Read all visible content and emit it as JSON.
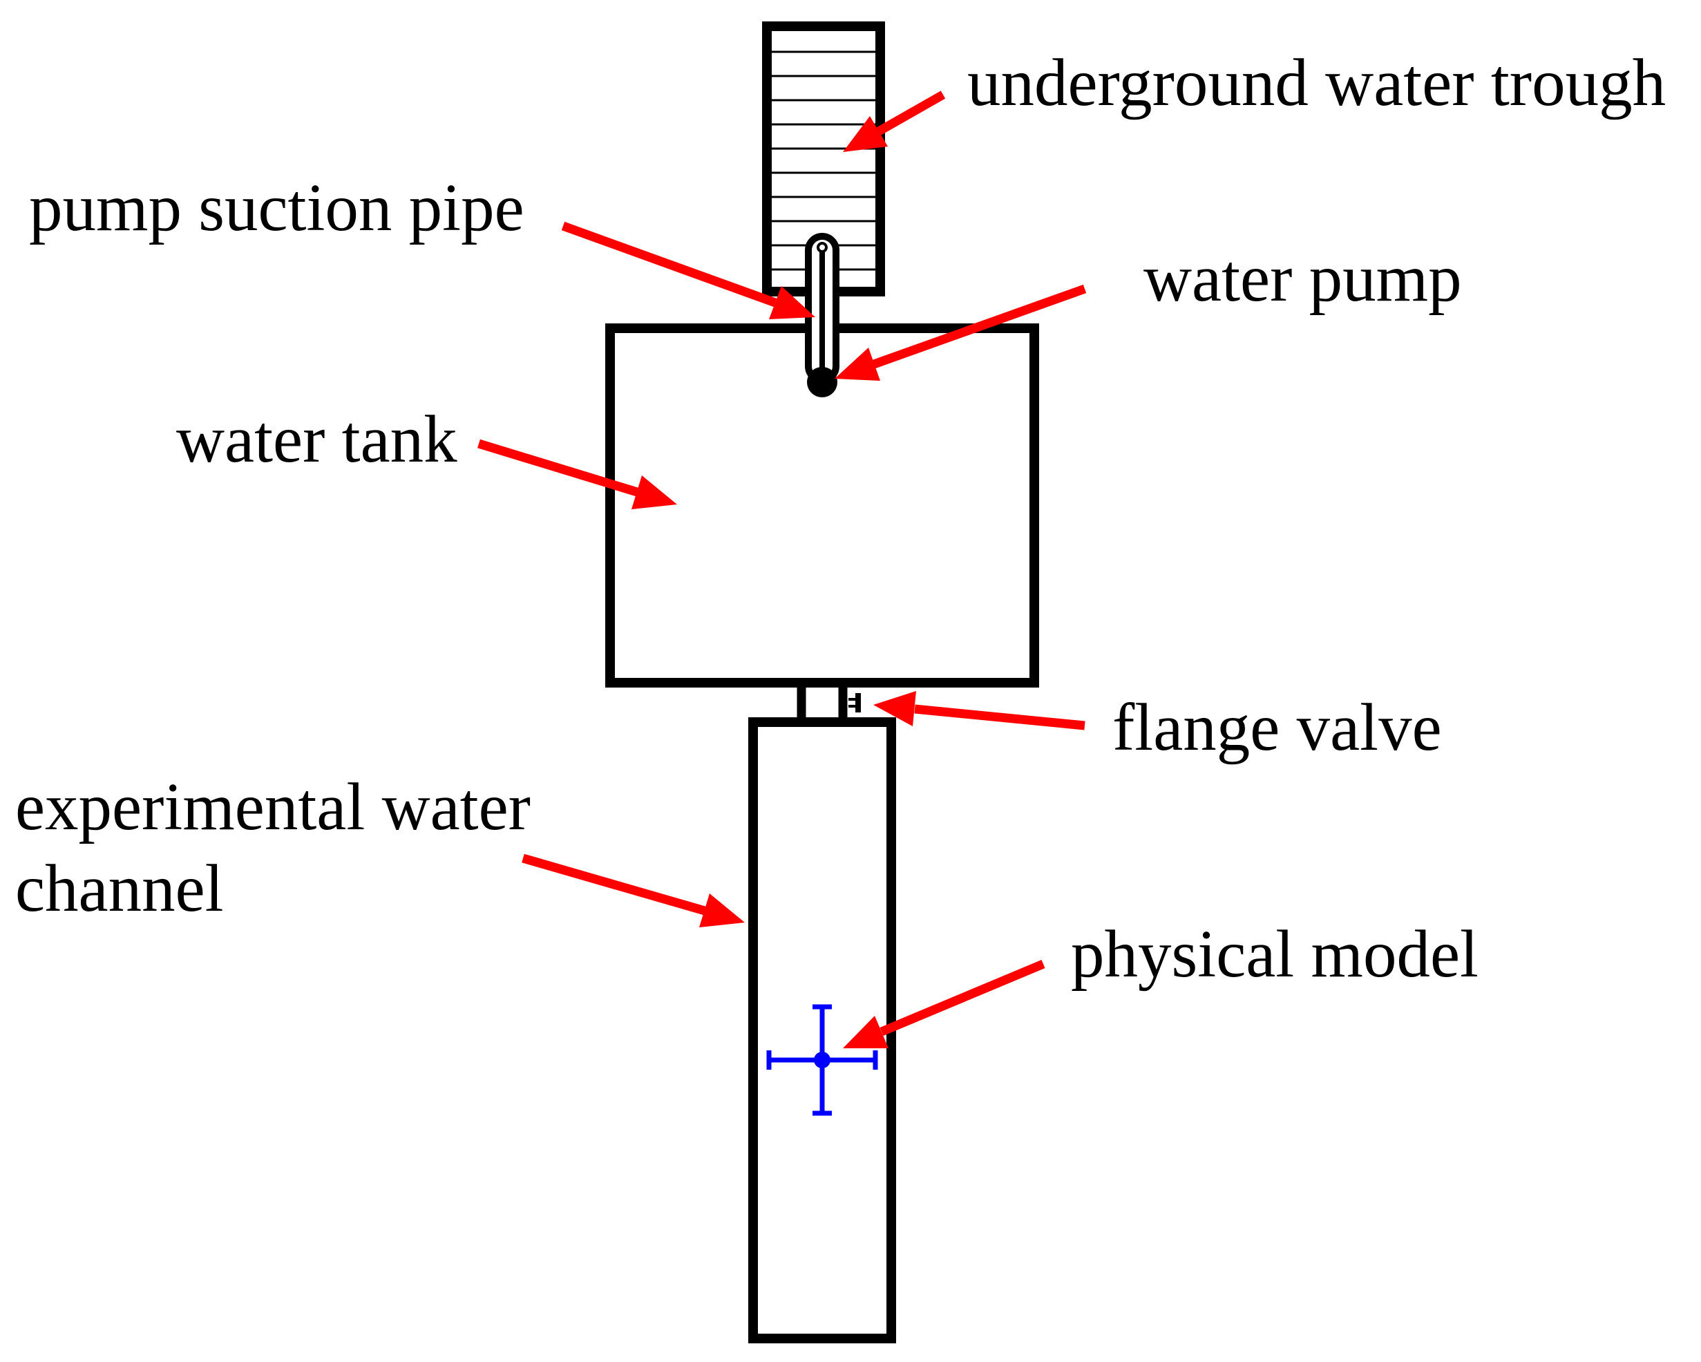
{
  "labels": {
    "underground_water_trough": "underground water trough",
    "pump_suction_pipe": "pump suction pipe",
    "water_pump": "water pump",
    "water_tank": "water tank",
    "flange_valve": "flange valve",
    "experimental_water_channel_line1": "experimental water",
    "experimental_water_channel_line2": "channel",
    "physical_model": "physical model"
  },
  "colors": {
    "arrow": "#ff0000",
    "outline": "#000000",
    "model": "#0000ff"
  }
}
